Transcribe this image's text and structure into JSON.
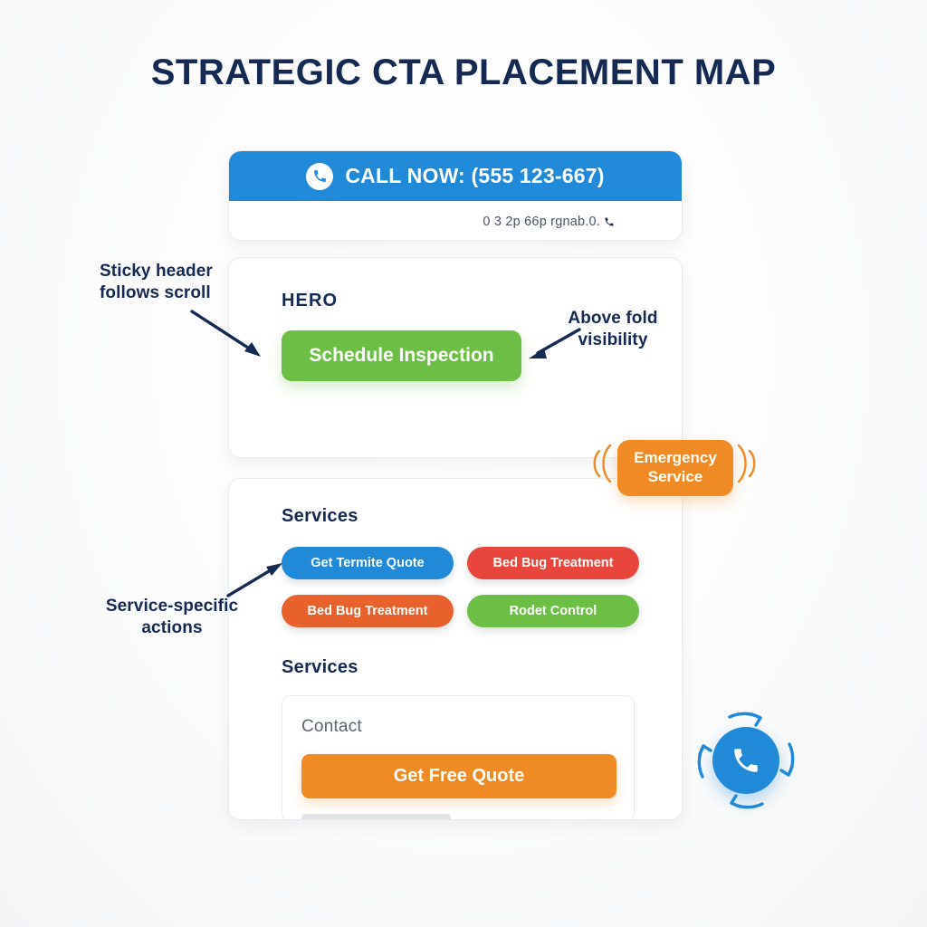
{
  "page": {
    "title": "STRATEGIC CTA PLACEMENT MAP",
    "colors": {
      "title": "#142A52",
      "blue": "#2089D8",
      "green": "#6DBE45",
      "orange": "#F08A24",
      "red": "#E8453C",
      "orange_red": "#E8602C",
      "background": "#FFFFFF"
    }
  },
  "sticky_header": {
    "call_label": "CALL NOW: (555 123-667)",
    "phone_icon": "phone-icon",
    "subtext": "0 3 2p 66p rgnab.0.",
    "subtext_icon": "phone-icon"
  },
  "hero": {
    "label": "HERO",
    "cta_label": "Schedule Inspection"
  },
  "services": {
    "label": "Services",
    "buttons": [
      {
        "label": "Get Termite Quote",
        "color": "#2089D8"
      },
      {
        "label": "Bed Bug Treatment",
        "color": "#E8453C"
      },
      {
        "label": "Bed Bug Treatment",
        "color": "#E8602C"
      },
      {
        "label": "Rodet Control",
        "color": "#6DBE45"
      }
    ]
  },
  "services_secondary": {
    "label": "Services",
    "contact": {
      "label": "Contact",
      "cta_label": "Get Free Quote"
    }
  },
  "emergency": {
    "line1": "Emergency",
    "line2": "Service"
  },
  "fab": {
    "icon": "phone-icon"
  },
  "annotations": {
    "sticky": "Sticky header follows scroll",
    "above_fold": "Above fold visibility",
    "service_specific": "Service-specific actions"
  }
}
